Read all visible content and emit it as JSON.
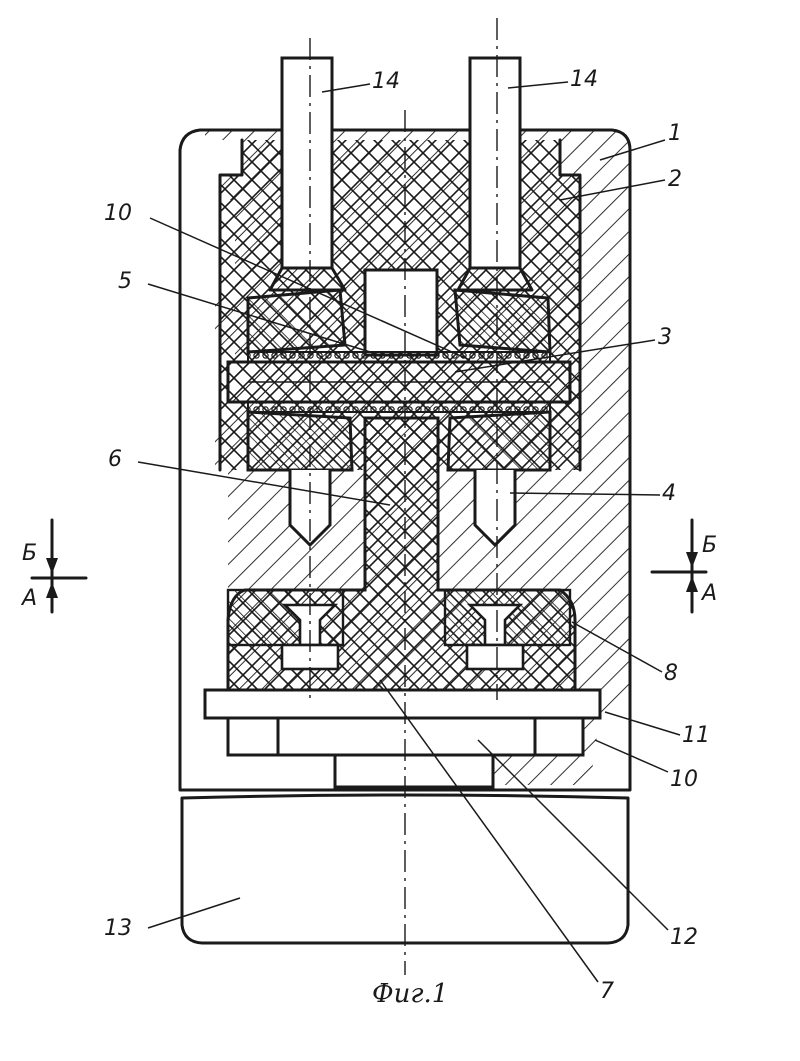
{
  "figure": {
    "caption": "Фиг.1",
    "section_mark_left": {
      "upper": "Б",
      "lower": "А"
    },
    "section_mark_right": {
      "upper": "Б",
      "lower": "А"
    }
  },
  "callouts": [
    {
      "id": "c14a",
      "label": "14"
    },
    {
      "id": "c14b",
      "label": "14"
    },
    {
      "id": "c1",
      "label": "1"
    },
    {
      "id": "c2",
      "label": "2"
    },
    {
      "id": "c10a",
      "label": "10"
    },
    {
      "id": "c5",
      "label": "5"
    },
    {
      "id": "c3",
      "label": "3"
    },
    {
      "id": "c6",
      "label": "6"
    },
    {
      "id": "c4",
      "label": "4"
    },
    {
      "id": "c8",
      "label": "8"
    },
    {
      "id": "c11",
      "label": "11"
    },
    {
      "id": "c10b",
      "label": "10"
    },
    {
      "id": "c13",
      "label": "13"
    },
    {
      "id": "c12",
      "label": "12"
    },
    {
      "id": "c7",
      "label": "7"
    }
  ],
  "colors": {
    "ink": "#1a1a1a",
    "paper": "#ffffff"
  }
}
